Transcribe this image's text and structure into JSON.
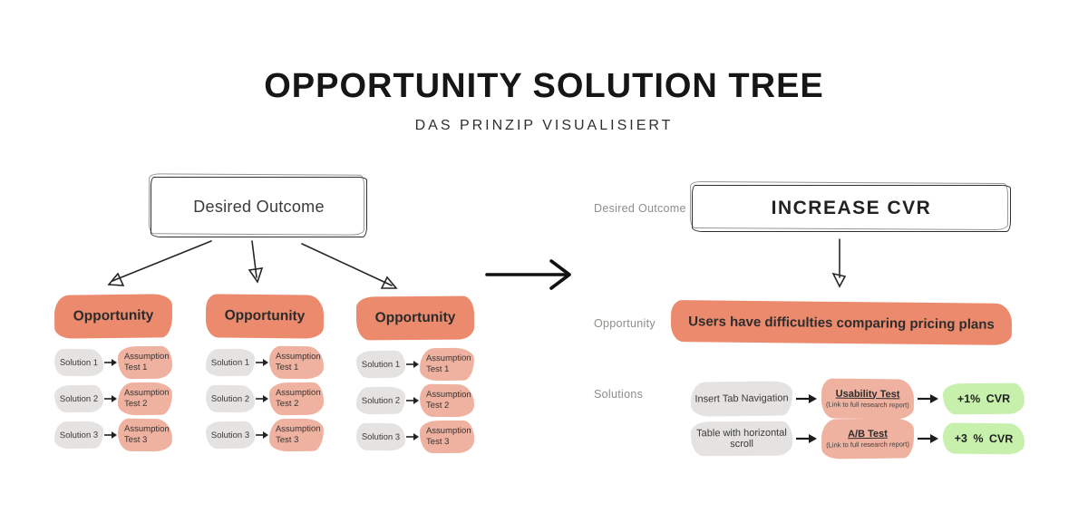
{
  "header": {
    "title": "OPPORTUNITY SOLUTION TREE",
    "subtitle": "DAS PRINZIP VISUALISIERT"
  },
  "colors": {
    "opportunity_salmon": "#ec8a6d",
    "assumption_salmon": "#f0b2a0",
    "solution_gray": "#e5e3e1",
    "result_green": "#c7f0ac",
    "label_gray": "#8f8c89",
    "ink": "#2d2d2d"
  },
  "left_tree": {
    "outcome": "Desired Outcome",
    "columns": [
      {
        "opportunity": "Opportunity",
        "rows": [
          {
            "solution": "Solution 1",
            "test": "Assumption Test 1"
          },
          {
            "solution": "Solution 2",
            "test": "Assumption Test 2"
          },
          {
            "solution": "Solution 3",
            "test": "Assumption Test 3"
          }
        ]
      },
      {
        "opportunity": "Opportunity",
        "rows": [
          {
            "solution": "Solution 1",
            "test": "Assumption Test 1"
          },
          {
            "solution": "Solution 2",
            "test": "Assumption Test 2"
          },
          {
            "solution": "Solution 3",
            "test": "Assumption Test 3"
          }
        ]
      },
      {
        "opportunity": "Opportunity",
        "rows": [
          {
            "solution": "Solution 1",
            "test": "Assumption Test 1"
          },
          {
            "solution": "Solution 2",
            "test": "Assumption Test 2"
          },
          {
            "solution": "Solution 3",
            "test": "Assumption Test 3"
          }
        ]
      }
    ]
  },
  "right_tree": {
    "outcome_label": "Desired Outcome",
    "opportunity_label": "Opportunity",
    "solutions_label": "Solutions",
    "outcome": "INCREASE CVR",
    "opportunity": "Users have difficulties comparing pricing plans",
    "rows": [
      {
        "solution": "Insert Tab Navigation",
        "test_link": "Usability Test",
        "test_note": "(Link to full research report)",
        "result": "+1% CVR"
      },
      {
        "solution": "Table with horizontal scroll",
        "test_link": "A/B Test",
        "test_note": "(Link to full research report)",
        "result": "+3 % CVR"
      }
    ]
  }
}
